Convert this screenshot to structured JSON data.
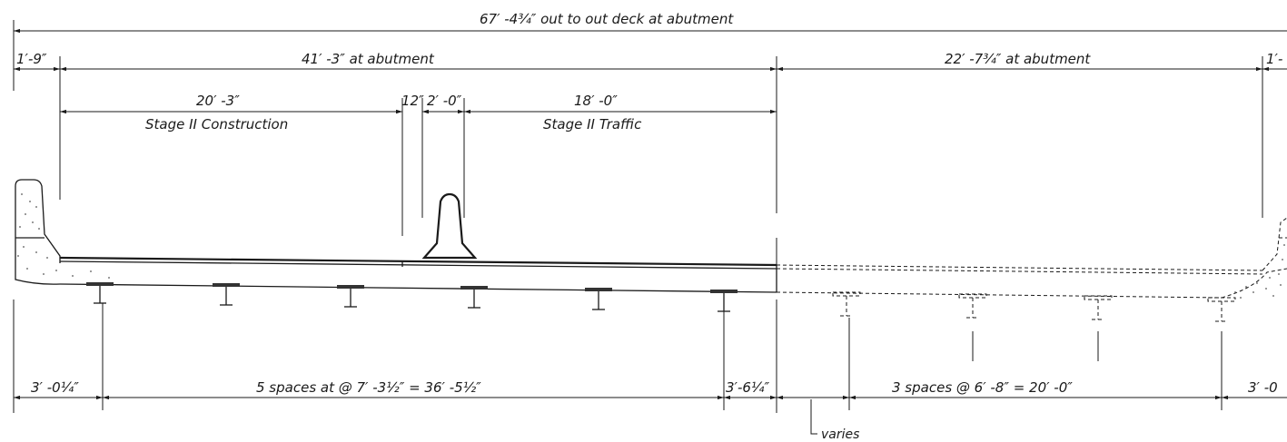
{
  "dimensions": {
    "overall": "67′ -4¾″ out to out deck at abutment",
    "left_overhang": "1′-9″",
    "stage2_width": "41′ -3″ at abutment",
    "existing_width": "22′ -7¾″ at abutment",
    "right_overhang": "1′-",
    "construction_width": "20′ -3″",
    "gap": "12″",
    "barrier_width": "2′ -0″",
    "traffic_width": "18′ -0″",
    "bottom_left": "3′ -0¼″",
    "bottom_spacing_new": "5 spaces at @ 7′ -3½″ = 36′ -5½″",
    "bottom_mid": "3′-6¼″",
    "bottom_spacing_existing": "3 spaces @ 6′ -8″ = 20′ -0″",
    "bottom_right": "3′ -0"
  },
  "zones": {
    "construction": "Stage II Construction",
    "traffic": "Stage II Traffic"
  },
  "note": "varies"
}
